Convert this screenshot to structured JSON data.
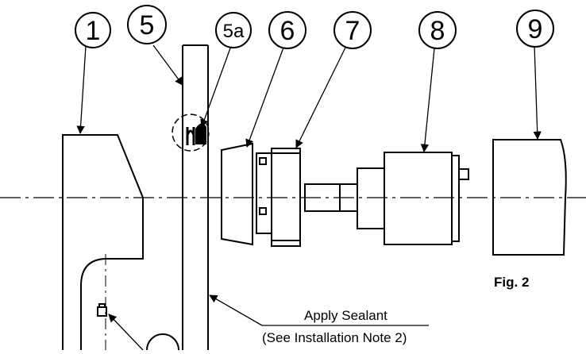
{
  "callouts": [
    {
      "id": "1",
      "label": "1"
    },
    {
      "id": "5",
      "label": "5"
    },
    {
      "id": "5a",
      "label": "5a"
    },
    {
      "id": "6",
      "label": "6"
    },
    {
      "id": "7",
      "label": "7"
    },
    {
      "id": "8",
      "label": "8"
    },
    {
      "id": "9",
      "label": "9"
    }
  ],
  "notes": {
    "apply_sealant": "Apply Sealant",
    "see_installation": "(See Installation Note 2)"
  },
  "figure_label": "Fig. 2",
  "colors": {
    "line": "#000000",
    "background": "#ffffff"
  }
}
